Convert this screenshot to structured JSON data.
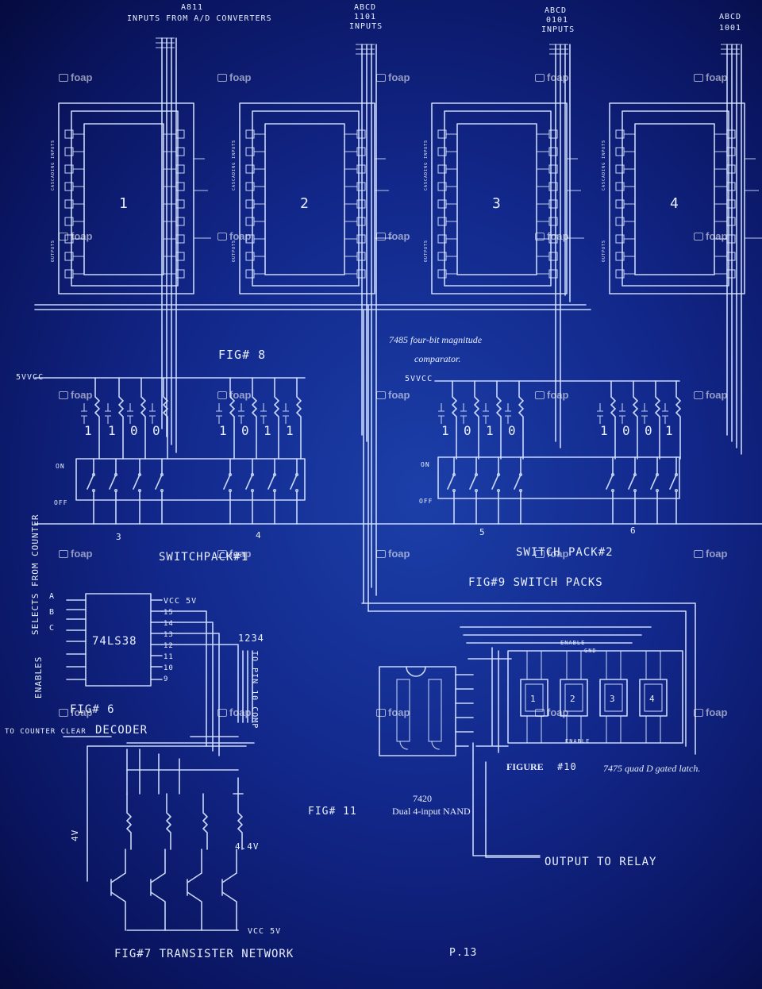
{
  "top_labels": {
    "inputs_converters_code": "A811",
    "inputs_converters": "INPUTS FROM A/D CONVERTERS",
    "inputs_2_code": "ABCD",
    "inputs_2_bits": "1101",
    "inputs_2": "INPUTS",
    "inputs_3_code": "ABCD",
    "inputs_3_bits": "0101",
    "inputs_3": "INPUTS",
    "inputs_4_code": "ABCD",
    "inputs_4_bits": "1001"
  },
  "comparators": [
    {
      "number": "1",
      "side_label": "CASCADING INPUTS",
      "side_label2": "OUTPUTS"
    },
    {
      "number": "2",
      "side_label": "CASCADING INPUTS",
      "side_label2": "OUTPUTS"
    },
    {
      "number": "3",
      "side_label": "CASCADING INPUTS",
      "side_label2": "OUTPUTS"
    },
    {
      "number": "4",
      "side_label": "CASCADING INPUTS",
      "side_label2": "OUTPUTS"
    }
  ],
  "fig8": {
    "label": "FIG# 8",
    "caption_line1": "7485 four-bit magnitude",
    "caption_line2": "comparator.",
    "vcc_left": "5VVCC",
    "vcc_right": "5VVCC",
    "bits_pack1": [
      "1",
      "1",
      "0",
      "0"
    ],
    "bits_pack2": [
      "1",
      "0",
      "1",
      "1"
    ],
    "bits_pack3": [
      "1",
      "0",
      "1",
      "0"
    ],
    "bits_pack4": [
      "1",
      "0",
      "0",
      "1"
    ]
  },
  "switch_packs": {
    "on_label": "ON",
    "off_label": "OFF",
    "numbers": [
      "3",
      "4",
      "5",
      "6"
    ],
    "pack1_label": "SWITCHPACK#1",
    "pack2_label": "SWITCH PACK#2",
    "fig9_label": "FIG#9  SWITCH PACKS"
  },
  "decoder": {
    "chip": "74LS38",
    "selects_label": "SELECTS FROM COUNTER",
    "select_letters": [
      "A",
      "B",
      "C"
    ],
    "enables_label": "ENABLES",
    "vcc": "VCC 5V",
    "pins_right": [
      "15",
      "14",
      "13",
      "12",
      "11",
      "10",
      "9"
    ],
    "fig_label": "FIG# 6",
    "title": "DECODER",
    "to_counter": "TO COUNTER CLEAR",
    "to_pin": "TO PIN 10 COMP",
    "comp_numbers": "1234"
  },
  "transistor_network": {
    "v_label_left": "4V",
    "v_label_right": "4.4V",
    "vcc": "VCC 5V",
    "title": "FIG#7  TRANSISTER NETWORK"
  },
  "nand": {
    "fig_label": "FIG# 11",
    "part": "7420",
    "description": "Dual 4-input NAND"
  },
  "latch": {
    "enable_top": "ENABLE",
    "gnd": "GND",
    "enable_bottom": "ENABLE",
    "cells": [
      "1",
      "2",
      "3",
      "4"
    ],
    "fig_prefix": "FIGURE",
    "fig_number": "#10",
    "caption": "7475 quad D gated latch."
  },
  "output_label": "OUTPUT TO RELAY",
  "page_number": "P.13",
  "watermark": "foap"
}
